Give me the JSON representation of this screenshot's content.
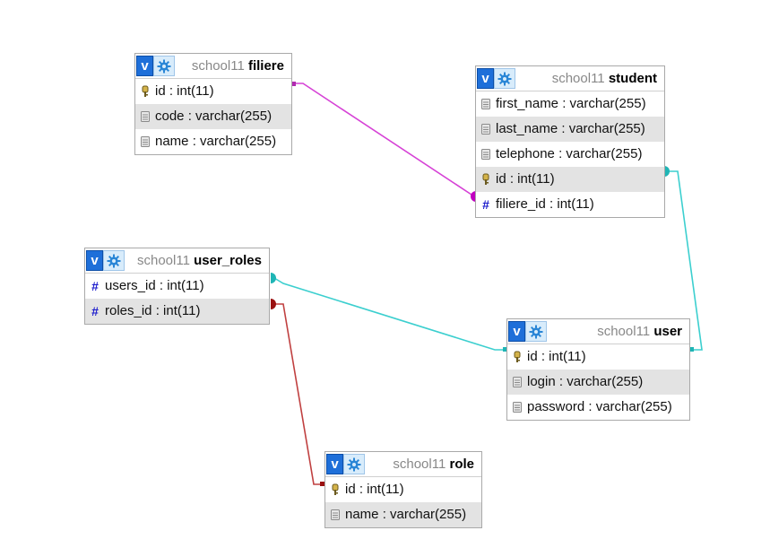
{
  "diagram": {
    "tables": [
      {
        "id": "filiere",
        "schema": "school11",
        "name": "filiere",
        "columns": [
          {
            "label": "id : int(11)",
            "icon": "key-icon"
          },
          {
            "label": "code : varchar(255)",
            "icon": "column-icon"
          },
          {
            "label": "name : varchar(255)",
            "icon": "column-icon"
          }
        ]
      },
      {
        "id": "student",
        "schema": "school11",
        "name": "student",
        "columns": [
          {
            "label": "first_name : varchar(255)",
            "icon": "column-icon"
          },
          {
            "label": "last_name : varchar(255)",
            "icon": "column-icon"
          },
          {
            "label": "telephone : varchar(255)",
            "icon": "column-icon"
          },
          {
            "label": "id : int(11)",
            "icon": "key-icon"
          },
          {
            "label": "filiere_id : int(11)",
            "icon": "hash-icon"
          }
        ]
      },
      {
        "id": "user_roles",
        "schema": "school11",
        "name": "user_roles",
        "columns": [
          {
            "label": "users_id : int(11)",
            "icon": "hash-icon"
          },
          {
            "label": "roles_id : int(11)",
            "icon": "hash-icon"
          }
        ]
      },
      {
        "id": "user",
        "schema": "school11",
        "name": "user",
        "columns": [
          {
            "label": "id : int(11)",
            "icon": "key-icon"
          },
          {
            "label": "login : varchar(255)",
            "icon": "column-icon"
          },
          {
            "label": "password : varchar(255)",
            "icon": "column-icon"
          }
        ]
      },
      {
        "id": "role",
        "schema": "school11",
        "name": "role",
        "columns": [
          {
            "label": "id : int(11)",
            "icon": "key-icon"
          },
          {
            "label": "name : varchar(255)",
            "icon": "column-icon"
          }
        ]
      }
    ],
    "relations": [
      {
        "from": "filiere.id",
        "to": "student.filiere_id",
        "color": "#d642d6"
      },
      {
        "from": "student.id",
        "to": "user.id",
        "color": "#3ccfcf"
      },
      {
        "from": "user_roles.users_id",
        "to": "user.id",
        "color": "#3ccfcf"
      },
      {
        "from": "user_roles.roles_id",
        "to": "role.id",
        "color": "#b22222"
      }
    ],
    "colors": {
      "v_button": "#1e6fd9",
      "gear_button": "#d8ecfb",
      "alt_row": "#e3e3e3",
      "schema_text": "#888888",
      "hash_icon": "#1a1acc"
    }
  }
}
